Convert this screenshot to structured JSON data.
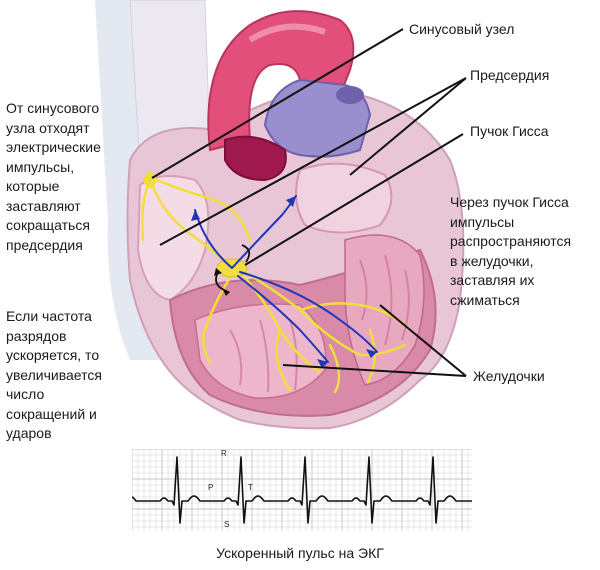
{
  "labels": {
    "sinus_node": "Синусовый узел",
    "atria": "Предсердия",
    "his_bundle": "Пучок Гисса",
    "ventricles": "Желудочки"
  },
  "left_text_1": [
    "От синусового",
    "узла отходят",
    "электрические",
    "импульсы,",
    "которые",
    "заставляют",
    "сокращаться",
    "предсердия"
  ],
  "left_text_2": [
    "Если частота",
    "разрядов",
    "ускоряется, то",
    "увеличивается",
    "число",
    "сокращений и",
    "ударов"
  ],
  "right_text": [
    "Через пучок Гисса",
    "импульсы",
    "распространяются",
    "в желудочки,",
    "заставляя их",
    "сжиматься"
  ],
  "ecg": {
    "caption": "Ускоренный пульс на ЭКГ",
    "wave_labels": {
      "p": "P",
      "r": "R",
      "t": "T",
      "s": "S"
    }
  },
  "colors": {
    "heart_outer": "#e8c6d6",
    "heart_wall": "#d88aa8",
    "aorta": "#e24f7a",
    "pulmonary": "#9a8fce",
    "conduction": "#f2de3a",
    "impulse_arrow": "#1f36b8",
    "ecg_grid": "#c6c6c6",
    "ecg_trace": "#111111"
  }
}
